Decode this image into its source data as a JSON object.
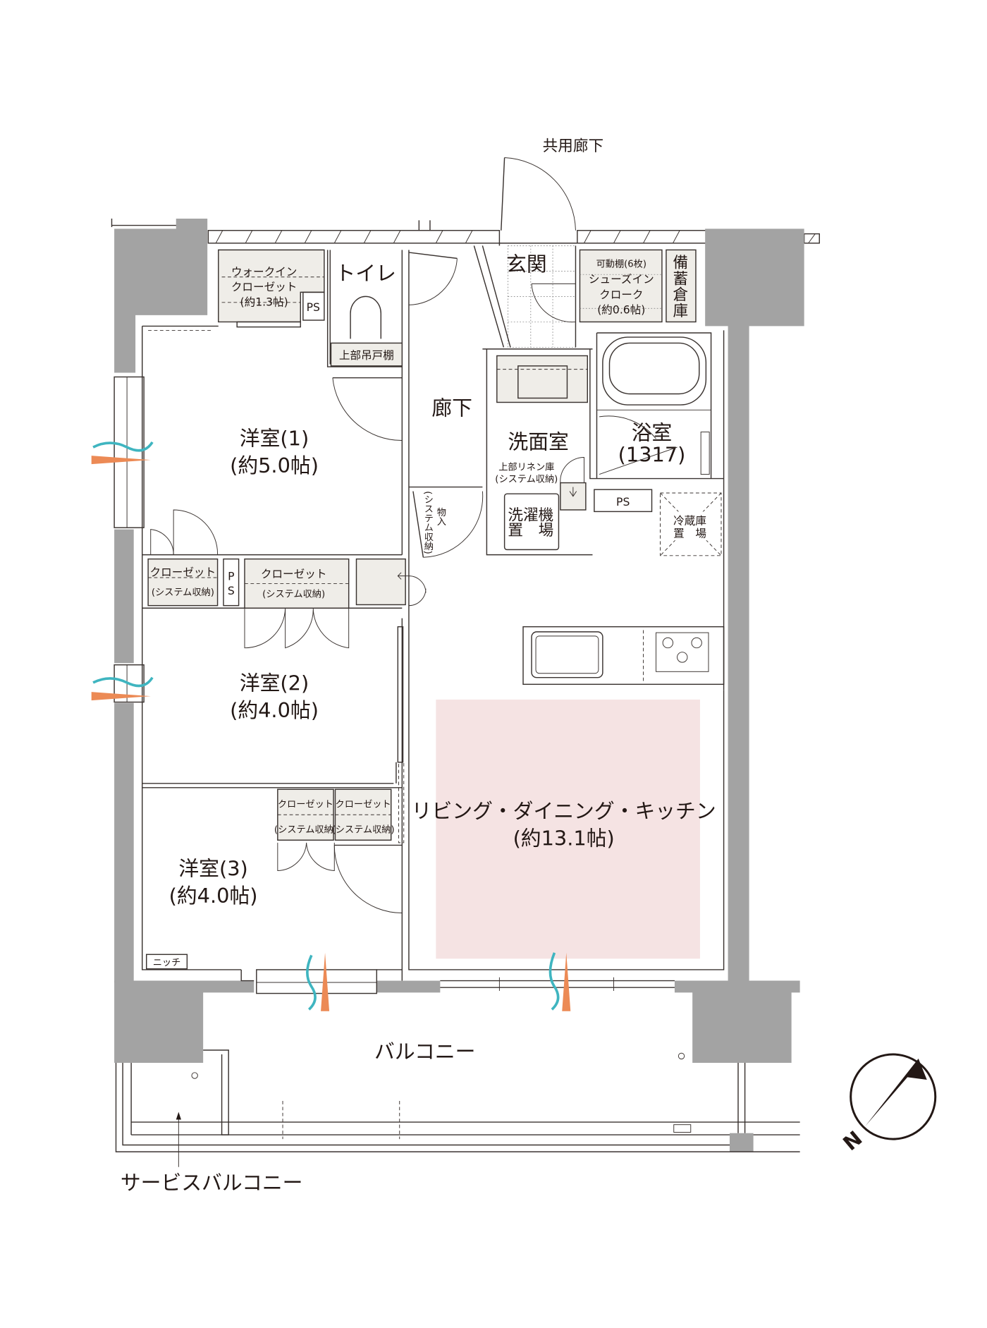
{
  "labels": {
    "common_corridor": "共用廊下",
    "entrance": "玄関",
    "toilet": "トイレ",
    "toilet_shelf": "上部吊戸棚",
    "walkin_l1": "ウォークイン",
    "walkin_l2": "クローゼット",
    "walkin_l3": "(約1.3帖)",
    "ps": "PS",
    "ps_v1": "P",
    "ps_v2": "S",
    "shoe_l0": "可動棚(6枚)",
    "shoe_l1": "シューズイン",
    "shoe_l2": "クローク",
    "shoe_l3": "(約0.6帖)",
    "stock": [
      "備",
      "蓄",
      "倉",
      "庫"
    ],
    "hallway": "廊下",
    "washroom": "洗面室",
    "linen_l1": "上部リネン庫",
    "linen_l2": "(システム収納)",
    "washer_l1": "洗濯機",
    "washer_l2": "置　場",
    "bath_l1": "浴室",
    "bath_l2": "(1317)",
    "fridge_l1": "冷蔵庫",
    "fridge_l2": "置　場",
    "storage_l1": "物入",
    "storage_l2": "(システム収納)",
    "closet": "クローゼット",
    "system_storage": "(システム収納)",
    "room1_l1": "洋室(1)",
    "room1_l2": "(約5.0帖)",
    "room2_l1": "洋室(2)",
    "room2_l2": "(約4.0帖)",
    "room3_l1": "洋室(3)",
    "room3_l2": "(約4.0帖)",
    "ldk_l1": "リビング・ダイニング・キッチン",
    "ldk_l2": "(約13.1帖)",
    "niche": "ニッチ",
    "balcony": "バルコニー",
    "service_balcony": "サービスバルコニー",
    "north": "N"
  },
  "colors": {
    "wall": "#a3a3a3",
    "storage": "#efede8",
    "ldk_highlight": "#f5e3e3",
    "wind_teal": "#3fb5c0",
    "wind_orange": "#ec8a55"
  }
}
